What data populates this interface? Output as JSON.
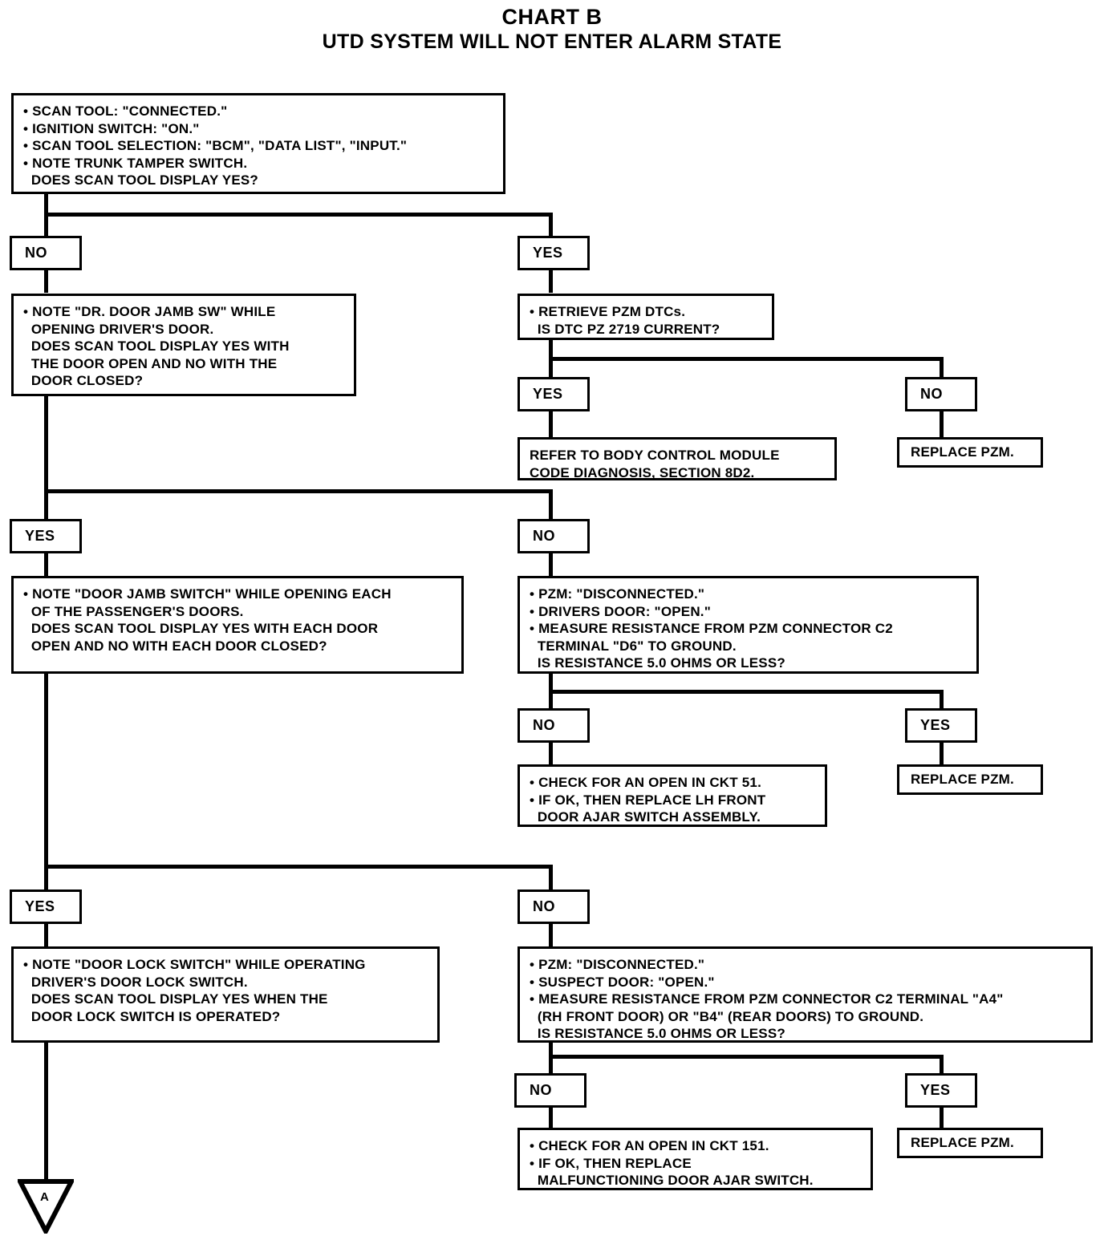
{
  "title": {
    "main": "CHART B",
    "sub": "UTD SYSTEM WILL NOT ENTER ALARM STATE"
  },
  "labels": {
    "yes": "YES",
    "no": "NO"
  },
  "nodes": {
    "start": "• SCAN TOOL: \"CONNECTED.\"\n• IGNITION SWITCH: \"ON.\"\n• SCAN TOOL SELECTION: \"BCM\", \"DATA LIST\", \"INPUT.\"\n• NOTE TRUNK TAMPER SWITCH.\n  DOES SCAN TOOL DISPLAY YES?",
    "dr_door_jamb": "• NOTE \"DR. DOOR JAMB SW\" WHILE\n  OPENING DRIVER'S DOOR.\n  DOES SCAN TOOL DISPLAY YES WITH\n  THE DOOR OPEN AND NO WITH THE\n  DOOR CLOSED?",
    "retrieve_dtcs": "• RETRIEVE PZM DTCs.\n  IS DTC PZ 2719 CURRENT?",
    "refer_bcm": "REFER TO BODY CONTROL MODULE\nCODE DIAGNOSIS, SECTION 8D2.",
    "replace_pzm_1": "REPLACE PZM.",
    "door_jamb_switch": "• NOTE \"DOOR JAMB SWITCH\" WHILE OPENING EACH\n  OF THE PASSENGER'S DOORS.\n  DOES SCAN TOOL DISPLAY YES WITH EACH DOOR\n  OPEN AND NO WITH EACH DOOR CLOSED?",
    "measure_d6": "• PZM: \"DISCONNECTED.\"\n• DRIVERS DOOR: \"OPEN.\"\n• MEASURE RESISTANCE FROM PZM CONNECTOR C2\n  TERMINAL \"D6\" TO GROUND.\n  IS RESISTANCE 5.0 OHMS OR LESS?",
    "check_ckt51": "• CHECK FOR AN OPEN IN CKT 51.\n• IF OK, THEN REPLACE LH FRONT\n  DOOR AJAR SWITCH ASSEMBLY.",
    "replace_pzm_2": "REPLACE PZM.",
    "door_lock_switch": "• NOTE \"DOOR LOCK SWITCH\" WHILE OPERATING\n  DRIVER'S DOOR LOCK SWITCH.\n  DOES SCAN TOOL DISPLAY YES WHEN THE\n  DOOR LOCK SWITCH IS OPERATED?",
    "measure_a4_b4": "• PZM: \"DISCONNECTED.\"\n• SUSPECT DOOR: \"OPEN.\"\n• MEASURE RESISTANCE FROM PZM CONNECTOR C2 TERMINAL \"A4\"\n  (RH FRONT DOOR) OR \"B4\" (REAR DOORS) TO GROUND.\n  IS RESISTANCE 5.0 OHMS OR LESS?",
    "check_ckt151": "• CHECK FOR AN OPEN IN CKT 151.\n• IF OK, THEN REPLACE\n  MALFUNCTIONING DOOR AJAR SWITCH.",
    "replace_pzm_3": "REPLACE PZM."
  },
  "connector": {
    "letter": "A"
  },
  "colors": {
    "ink": "#000000",
    "paper": "#ffffff"
  }
}
